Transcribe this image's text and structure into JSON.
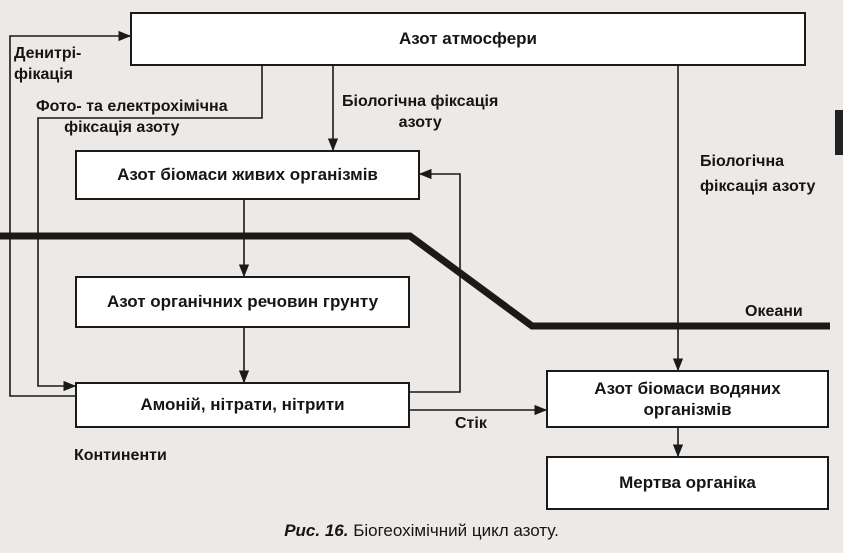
{
  "boxes": {
    "atmosphere": "Азот атмосфери",
    "living_biomass": "Азот біомаси живих організмів",
    "soil_organic": "Азот органічних речовин грунту",
    "ammonium": "Амоній, нітрати, нітрити",
    "aquatic_biomass_line1": "Азот біомаси водяних",
    "aquatic_biomass_line2": "організмів",
    "dead_organic": "Мертва органіка"
  },
  "labels": {
    "denitrification_line1": "Денитрі-",
    "denitrification_line2": "фікація",
    "photo_fixation_line1": "Фото- та електрохімічна",
    "photo_fixation_line2": "фіксація азоту",
    "bio_fixation_land_line1": "Біологічна фіксація",
    "bio_fixation_land_line2": "азоту",
    "bio_fixation_ocean_line1": "Біологічна",
    "bio_fixation_ocean_line2": "фіксація азоту",
    "runoff": "Стік",
    "oceans": "Океани",
    "continents": "Континенти"
  },
  "caption": {
    "figure": "Рис. 16.",
    "text": "Біогеохімічний цикл азоту."
  }
}
